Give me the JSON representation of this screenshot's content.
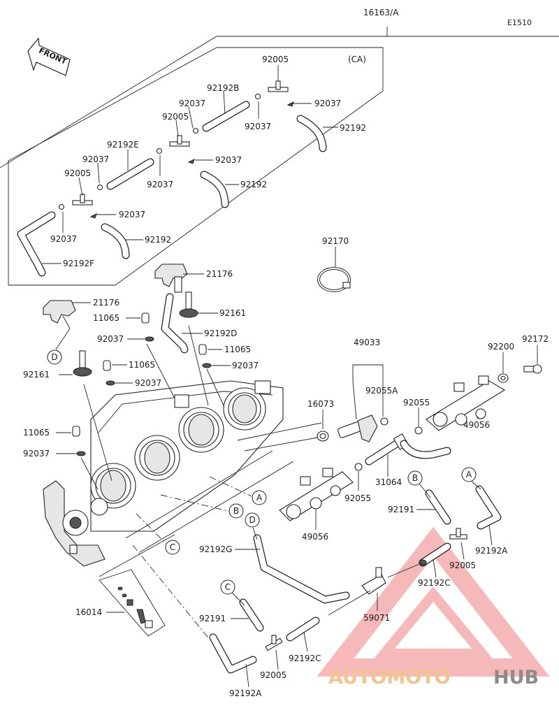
{
  "header": {
    "assembly": "16163/A",
    "diagram_code": "E1510"
  },
  "front_label": "FRONT",
  "ca_label": "(CA)",
  "labels": [
    "92005",
    "92192B",
    "92037",
    "92037",
    "92037",
    "92192",
    "92005",
    "92037",
    "92192E",
    "92037",
    "92037",
    "92192",
    "92005",
    "92037",
    "92037",
    "92192",
    "92192F",
    "92170",
    "21176",
    "21176",
    "92161",
    "11065",
    "92037",
    "92192D",
    "11065",
    "92037",
    "92161",
    "11065",
    "92037",
    "11065",
    "92037",
    "49033",
    "92172",
    "92200",
    "92055A",
    "16073",
    "92055",
    "49056",
    "31064",
    "92055",
    "49056",
    "92191",
    "92192A",
    "92005",
    "92192G",
    "92192C",
    "59071",
    "16014",
    "92191",
    "92192C",
    "92005",
    "92192A"
  ],
  "callouts": [
    "D",
    "A",
    "B",
    "C",
    "B",
    "A",
    "D",
    "C"
  ],
  "watermark": {
    "part1": "AUTOMOTO",
    "part2": "HUB",
    "color1": "#f2c58e",
    "color2": "#8c8c8c",
    "logo_color": "#f08080"
  }
}
